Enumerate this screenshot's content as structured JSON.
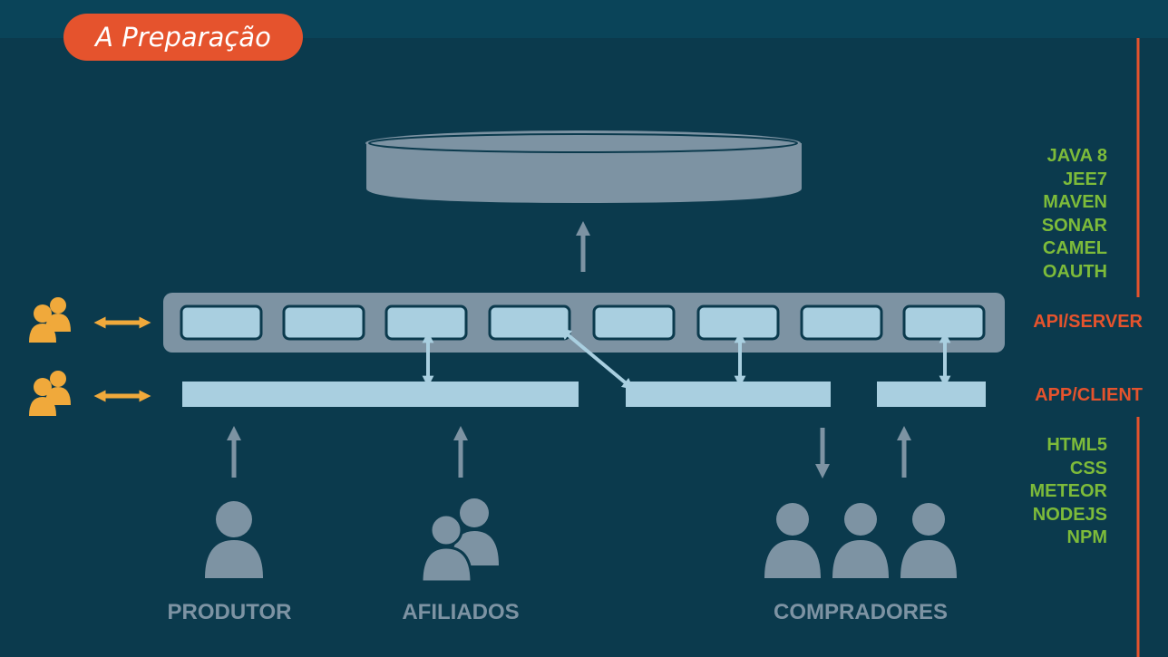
{
  "header": {
    "title": "A Preparação"
  },
  "backend_stack": [
    "JAVA 8",
    "JEE7",
    "MAVEN",
    "SONAR",
    "CAMEL",
    "OAUTH"
  ],
  "layers": {
    "api": "API/SERVER",
    "app": "APP/CLIENT"
  },
  "frontend_stack": [
    "HTML5",
    "CSS",
    "METEOR",
    "NODEJS",
    "NPM"
  ],
  "groups": {
    "producer": "PRODUTOR",
    "affiliates": "AFILIADOS",
    "buyers": "COMPRADORES"
  },
  "colors": {
    "background": "#0b3a4d",
    "accent": "#e5532d",
    "stack_text": "#7dbb3a",
    "light_block": "#a9cfe0",
    "grey": "#7d93a3",
    "admin_users": "#f0a93b"
  },
  "icons": [
    "database-icon",
    "user-icon",
    "users-group-icon",
    "double-arrow-icon",
    "arrow-up-icon",
    "arrow-down-icon"
  ]
}
